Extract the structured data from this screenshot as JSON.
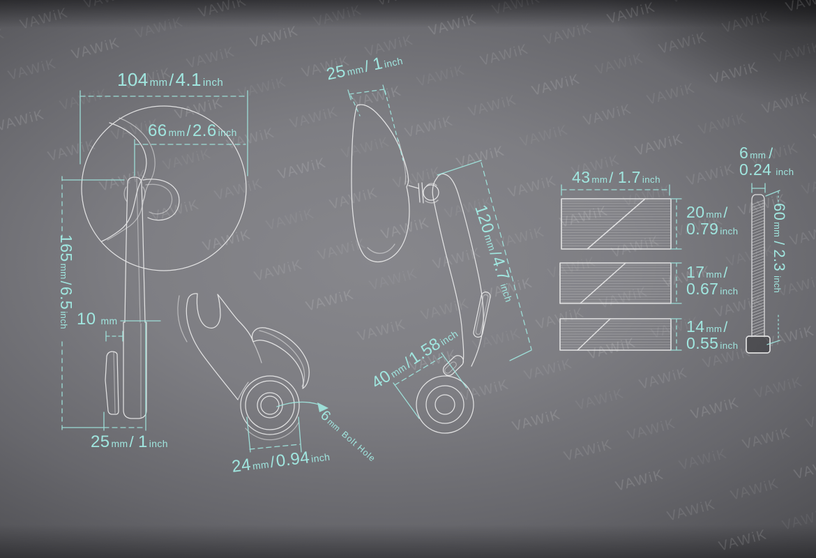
{
  "brand": {
    "watermark_text": "VAWiK"
  },
  "colors": {
    "dimension_text": "#a0e6df",
    "line_art": "#f5f5f5"
  },
  "units": {
    "mm": "mm",
    "inch": "inch",
    "separator": "/"
  },
  "dimensions": {
    "mirror_head_width": {
      "mm": "104",
      "inch": "4.1"
    },
    "mirror_glass_width": {
      "mm": "66",
      "inch": "2.6"
    },
    "stem_length": {
      "mm": "165",
      "inch": "6.5"
    },
    "stem_tip_width": {
      "mm": "10"
    },
    "stem_base_width": {
      "mm": "25",
      "inch": "1"
    },
    "clamp_hole_span": {
      "mm": "24",
      "inch": "0.94"
    },
    "mirror_head_depth": {
      "mm": "25",
      "inch": "1"
    },
    "arm_length": {
      "mm": "120",
      "inch": "4.7"
    },
    "arm_base_diameter": {
      "mm": "40",
      "inch": "1.58"
    },
    "shim_width": {
      "mm": "43",
      "inch": "1.7"
    },
    "shim_large_height": {
      "mm": "20",
      "inch": "0.79"
    },
    "shim_medium_height": {
      "mm": "17",
      "inch": "0.67"
    },
    "shim_small_height": {
      "mm": "14",
      "inch": "0.55"
    },
    "bolt_diameter": {
      "mm": "6",
      "inch": "0.24"
    },
    "bolt_length": {
      "mm": "60",
      "inch": "2.3"
    }
  },
  "notes": {
    "bolt_hole": {
      "mm": "6",
      "label": "Bolt Hole"
    }
  }
}
